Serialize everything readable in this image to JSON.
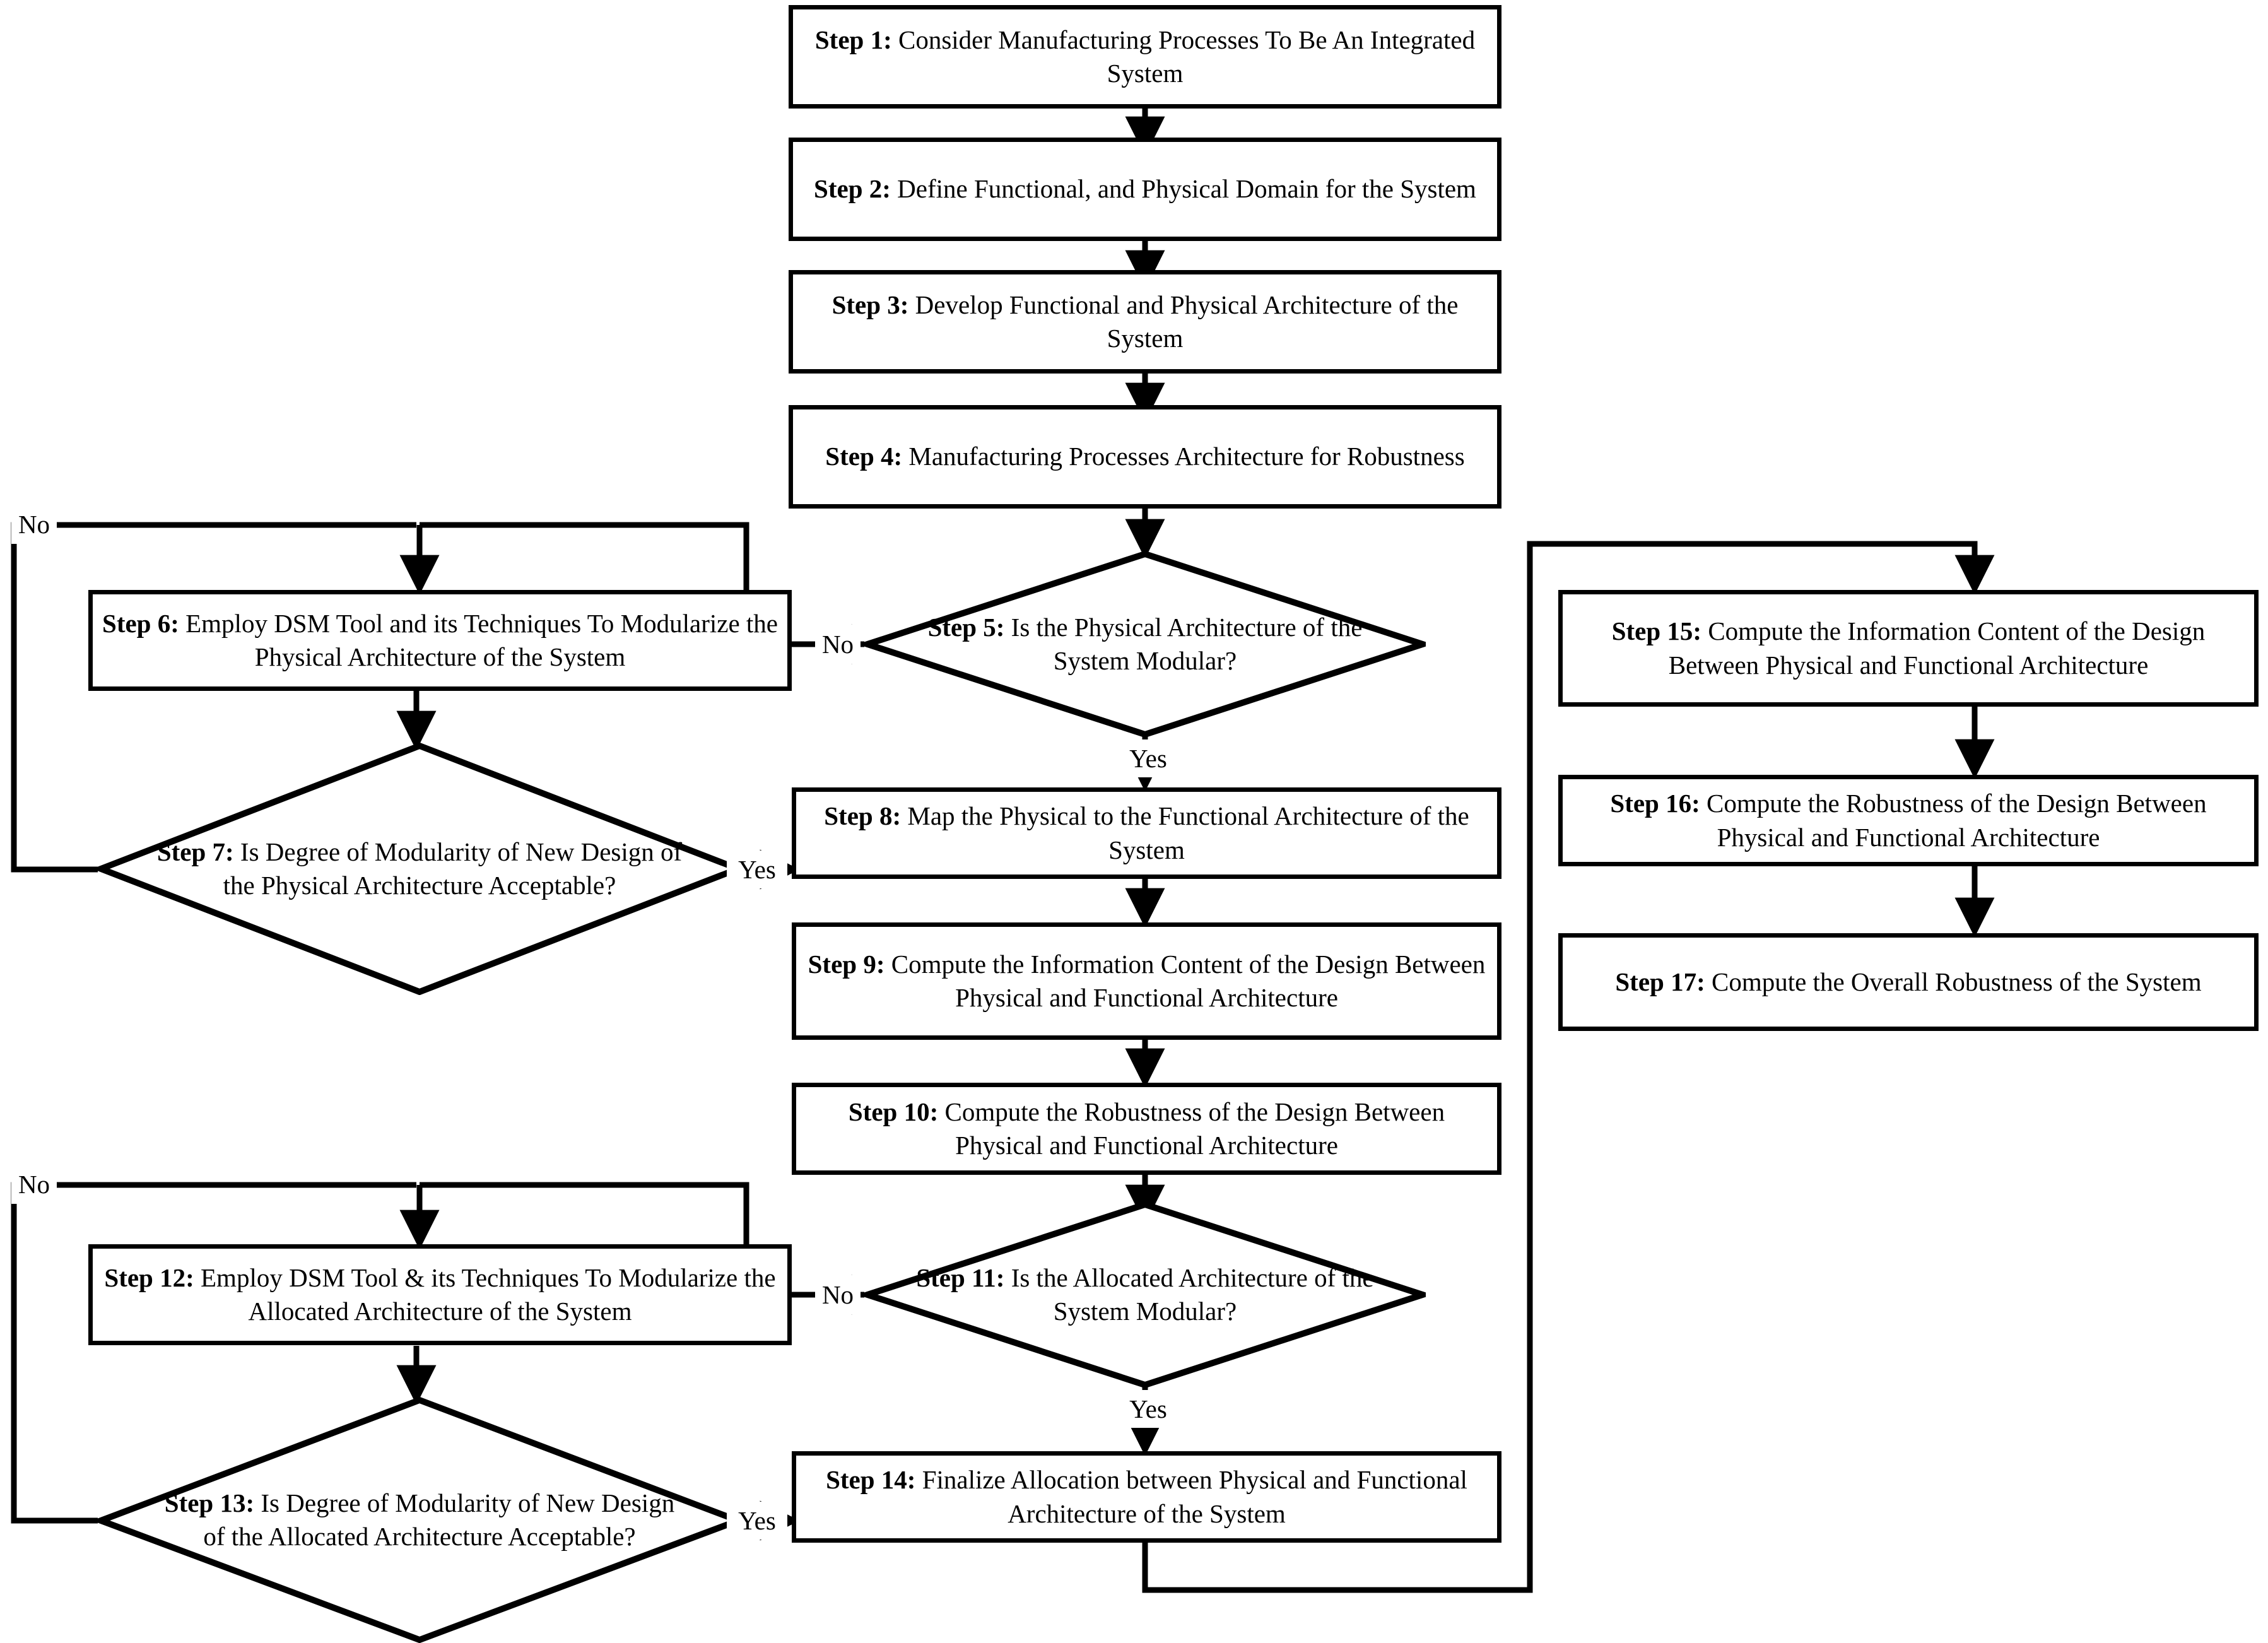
{
  "diagram": {
    "type": "flowchart",
    "title": "",
    "orientation": "three-column top-down with feedback loops",
    "nodes": [
      {
        "id": "s1",
        "shape": "process",
        "step": "Step 1:",
        "text": "Consider Manufacturing Processes To Be An Integrated System"
      },
      {
        "id": "s2",
        "shape": "process",
        "step": "Step 2:",
        "text": "Define Functional, and Physical Domain for the System"
      },
      {
        "id": "s3",
        "shape": "process",
        "step": "Step 3:",
        "text": "Develop Functional and Physical Architecture of the System"
      },
      {
        "id": "s4",
        "shape": "process",
        "step": "Step 4:",
        "text": "Manufacturing Processes Architecture for Robustness"
      },
      {
        "id": "s5",
        "shape": "decision",
        "step": "Step 5:",
        "text": "Is the Physical Architecture of the System Modular?"
      },
      {
        "id": "s6",
        "shape": "process",
        "step": "Step 6:",
        "text": "Employ DSM Tool and its Techniques To Modularize the Physical Architecture of the System"
      },
      {
        "id": "s7",
        "shape": "decision",
        "step": "Step 7:",
        "text": "Is Degree of Modularity of New Design of the Physical Architecture Acceptable?"
      },
      {
        "id": "s8",
        "shape": "process",
        "step": "Step 8:",
        "text": "Map the Physical to the Functional Architecture of the System"
      },
      {
        "id": "s9",
        "shape": "process",
        "step": "Step 9:",
        "text": "Compute the Information Content of the Design Between Physical and Functional Architecture"
      },
      {
        "id": "s10",
        "shape": "process",
        "step": "Step 10:",
        "text": "Compute the Robustness of the Design Between Physical and Functional Architecture"
      },
      {
        "id": "s11",
        "shape": "decision",
        "step": "Step 11:",
        "text": "Is the Allocated Architecture of the System Modular?"
      },
      {
        "id": "s12",
        "shape": "process",
        "step": "Step 12:",
        "text": "Employ DSM Tool & its Techniques To Modularize the Allocated Architecture of the System"
      },
      {
        "id": "s13",
        "shape": "decision",
        "step": "Step 13:",
        "text": "Is Degree of Modularity of New Design of the Allocated Architecture Acceptable?"
      },
      {
        "id": "s14",
        "shape": "process",
        "step": "Step 14:",
        "text": "Finalize Allocation between Physical and Functional Architecture of the System"
      },
      {
        "id": "s15",
        "shape": "process",
        "step": "Step 15:",
        "text": "Compute the Information Content of the Design Between Physical and Functional Architecture"
      },
      {
        "id": "s16",
        "shape": "process",
        "step": "Step 16:",
        "text": "Compute the Robustness of the Design Between Physical and Functional Architecture"
      },
      {
        "id": "s17",
        "shape": "process",
        "step": "Step 17:",
        "text": "Compute the Overall Robustness of the System"
      }
    ],
    "edge_labels": {
      "s5_no": "No",
      "s5_yes": "Yes",
      "s7_no": "No",
      "s7_yes": "Yes",
      "s11_no": "No",
      "s11_yes": "Yes",
      "s13_no": "No",
      "s13_yes": "Yes"
    },
    "edges": [
      {
        "from": "s1",
        "to": "s2",
        "label": ""
      },
      {
        "from": "s2",
        "to": "s3",
        "label": ""
      },
      {
        "from": "s3",
        "to": "s4",
        "label": ""
      },
      {
        "from": "s4",
        "to": "s5",
        "label": ""
      },
      {
        "from": "s5",
        "to": "s6",
        "label": "No"
      },
      {
        "from": "s5",
        "to": "s8",
        "label": "Yes"
      },
      {
        "from": "s6",
        "to": "s7",
        "label": ""
      },
      {
        "from": "s7",
        "to": "s6",
        "label": "No"
      },
      {
        "from": "s7",
        "to": "s8",
        "label": "Yes"
      },
      {
        "from": "s8",
        "to": "s9",
        "label": ""
      },
      {
        "from": "s9",
        "to": "s10",
        "label": ""
      },
      {
        "from": "s10",
        "to": "s11",
        "label": ""
      },
      {
        "from": "s11",
        "to": "s12",
        "label": "No"
      },
      {
        "from": "s11",
        "to": "s14",
        "label": "Yes"
      },
      {
        "from": "s12",
        "to": "s13",
        "label": ""
      },
      {
        "from": "s13",
        "to": "s12",
        "label": "No"
      },
      {
        "from": "s13",
        "to": "s14",
        "label": "Yes"
      },
      {
        "from": "s14",
        "to": "s15",
        "label": ""
      },
      {
        "from": "s15",
        "to": "s16",
        "label": ""
      },
      {
        "from": "s16",
        "to": "s17",
        "label": ""
      }
    ],
    "colors": {
      "stroke": "#000000",
      "fill": "#ffffff",
      "text": "#000000"
    }
  }
}
